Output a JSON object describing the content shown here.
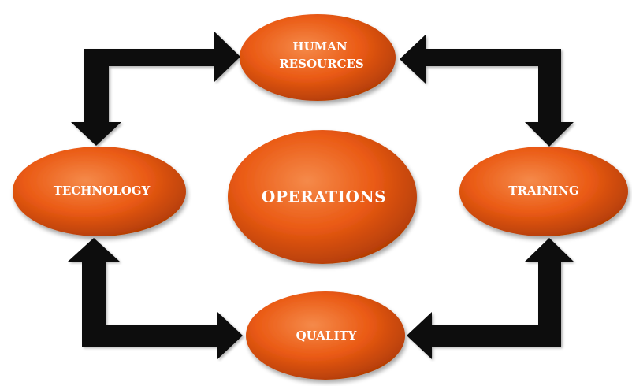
{
  "diagram": {
    "nodes": {
      "human_resources": {
        "line1": "HUMAN",
        "line2": "RESOURCES"
      },
      "technology": {
        "label": "TECHNOLOGY"
      },
      "operations": {
        "label": "OPERATIONS"
      },
      "training": {
        "label": "TRAINING"
      },
      "quality": {
        "label": "QUALITY"
      }
    },
    "colors": {
      "node_light": "#f58a4a",
      "node_mid": "#ea5a14",
      "node_dark": "#b33d05",
      "arrow": "#111111",
      "label": "#ffffff"
    }
  }
}
